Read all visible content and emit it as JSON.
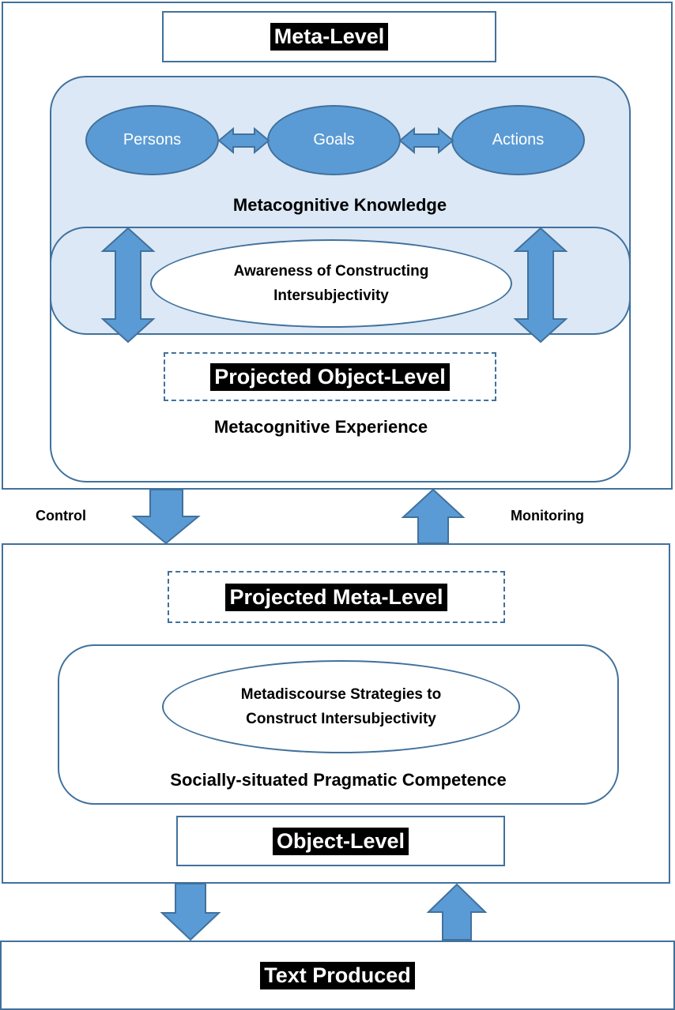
{
  "meta_level": {
    "title": "Meta-Level"
  },
  "knowledge": {
    "nodes": [
      "Persons",
      "Goals",
      "Actions"
    ],
    "label": "Metacognitive Knowledge"
  },
  "experience": {
    "awareness": "Awareness of Constructing Intersubjectivity",
    "projected_object_level": "Projected Object-Level",
    "label": "Metacognitive Experience"
  },
  "flows": {
    "control": "Control",
    "monitoring": "Monitoring"
  },
  "object_section": {
    "projected_meta_level": "Projected Meta-Level",
    "strategies": "Metadiscourse Strategies to Construct Intersubjectivity",
    "competence": "Socially-situated Pragmatic Competence",
    "object_level": "Object-Level"
  },
  "output": {
    "text_produced": "Text Produced"
  },
  "colors": {
    "fill": "#5b9bd5",
    "stroke": "#41719c",
    "light_fill": "#dce8f5"
  }
}
